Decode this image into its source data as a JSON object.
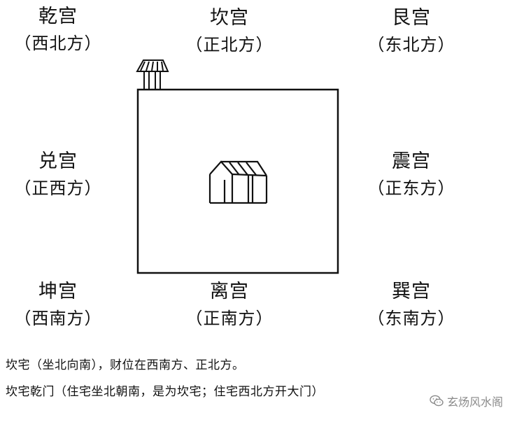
{
  "palaces": [
    {
      "name": "乾宫",
      "direction": "（西北方）"
    },
    {
      "name": "坎宫",
      "direction": "（正北方）"
    },
    {
      "name": "艮宫",
      "direction": "（东北方）"
    },
    {
      "name": "兑宫",
      "direction": "（正西方）"
    },
    {
      "name": "震宫",
      "direction": "（正东方）"
    },
    {
      "name": "坤宫",
      "direction": "（西南方）"
    },
    {
      "name": "离宫",
      "direction": "（正南方）"
    },
    {
      "name": "巽宫",
      "direction": "（东南方）"
    }
  ],
  "captions": [
    "坎宅（坐北向南），财位在西南方、正北方。",
    "坎宅乾门（住宅坐北朝南，是为坎宅；住宅西北方开大门）"
  ],
  "watermark": {
    "text": "玄炀风水阁",
    "icon": "wechat-icon"
  }
}
